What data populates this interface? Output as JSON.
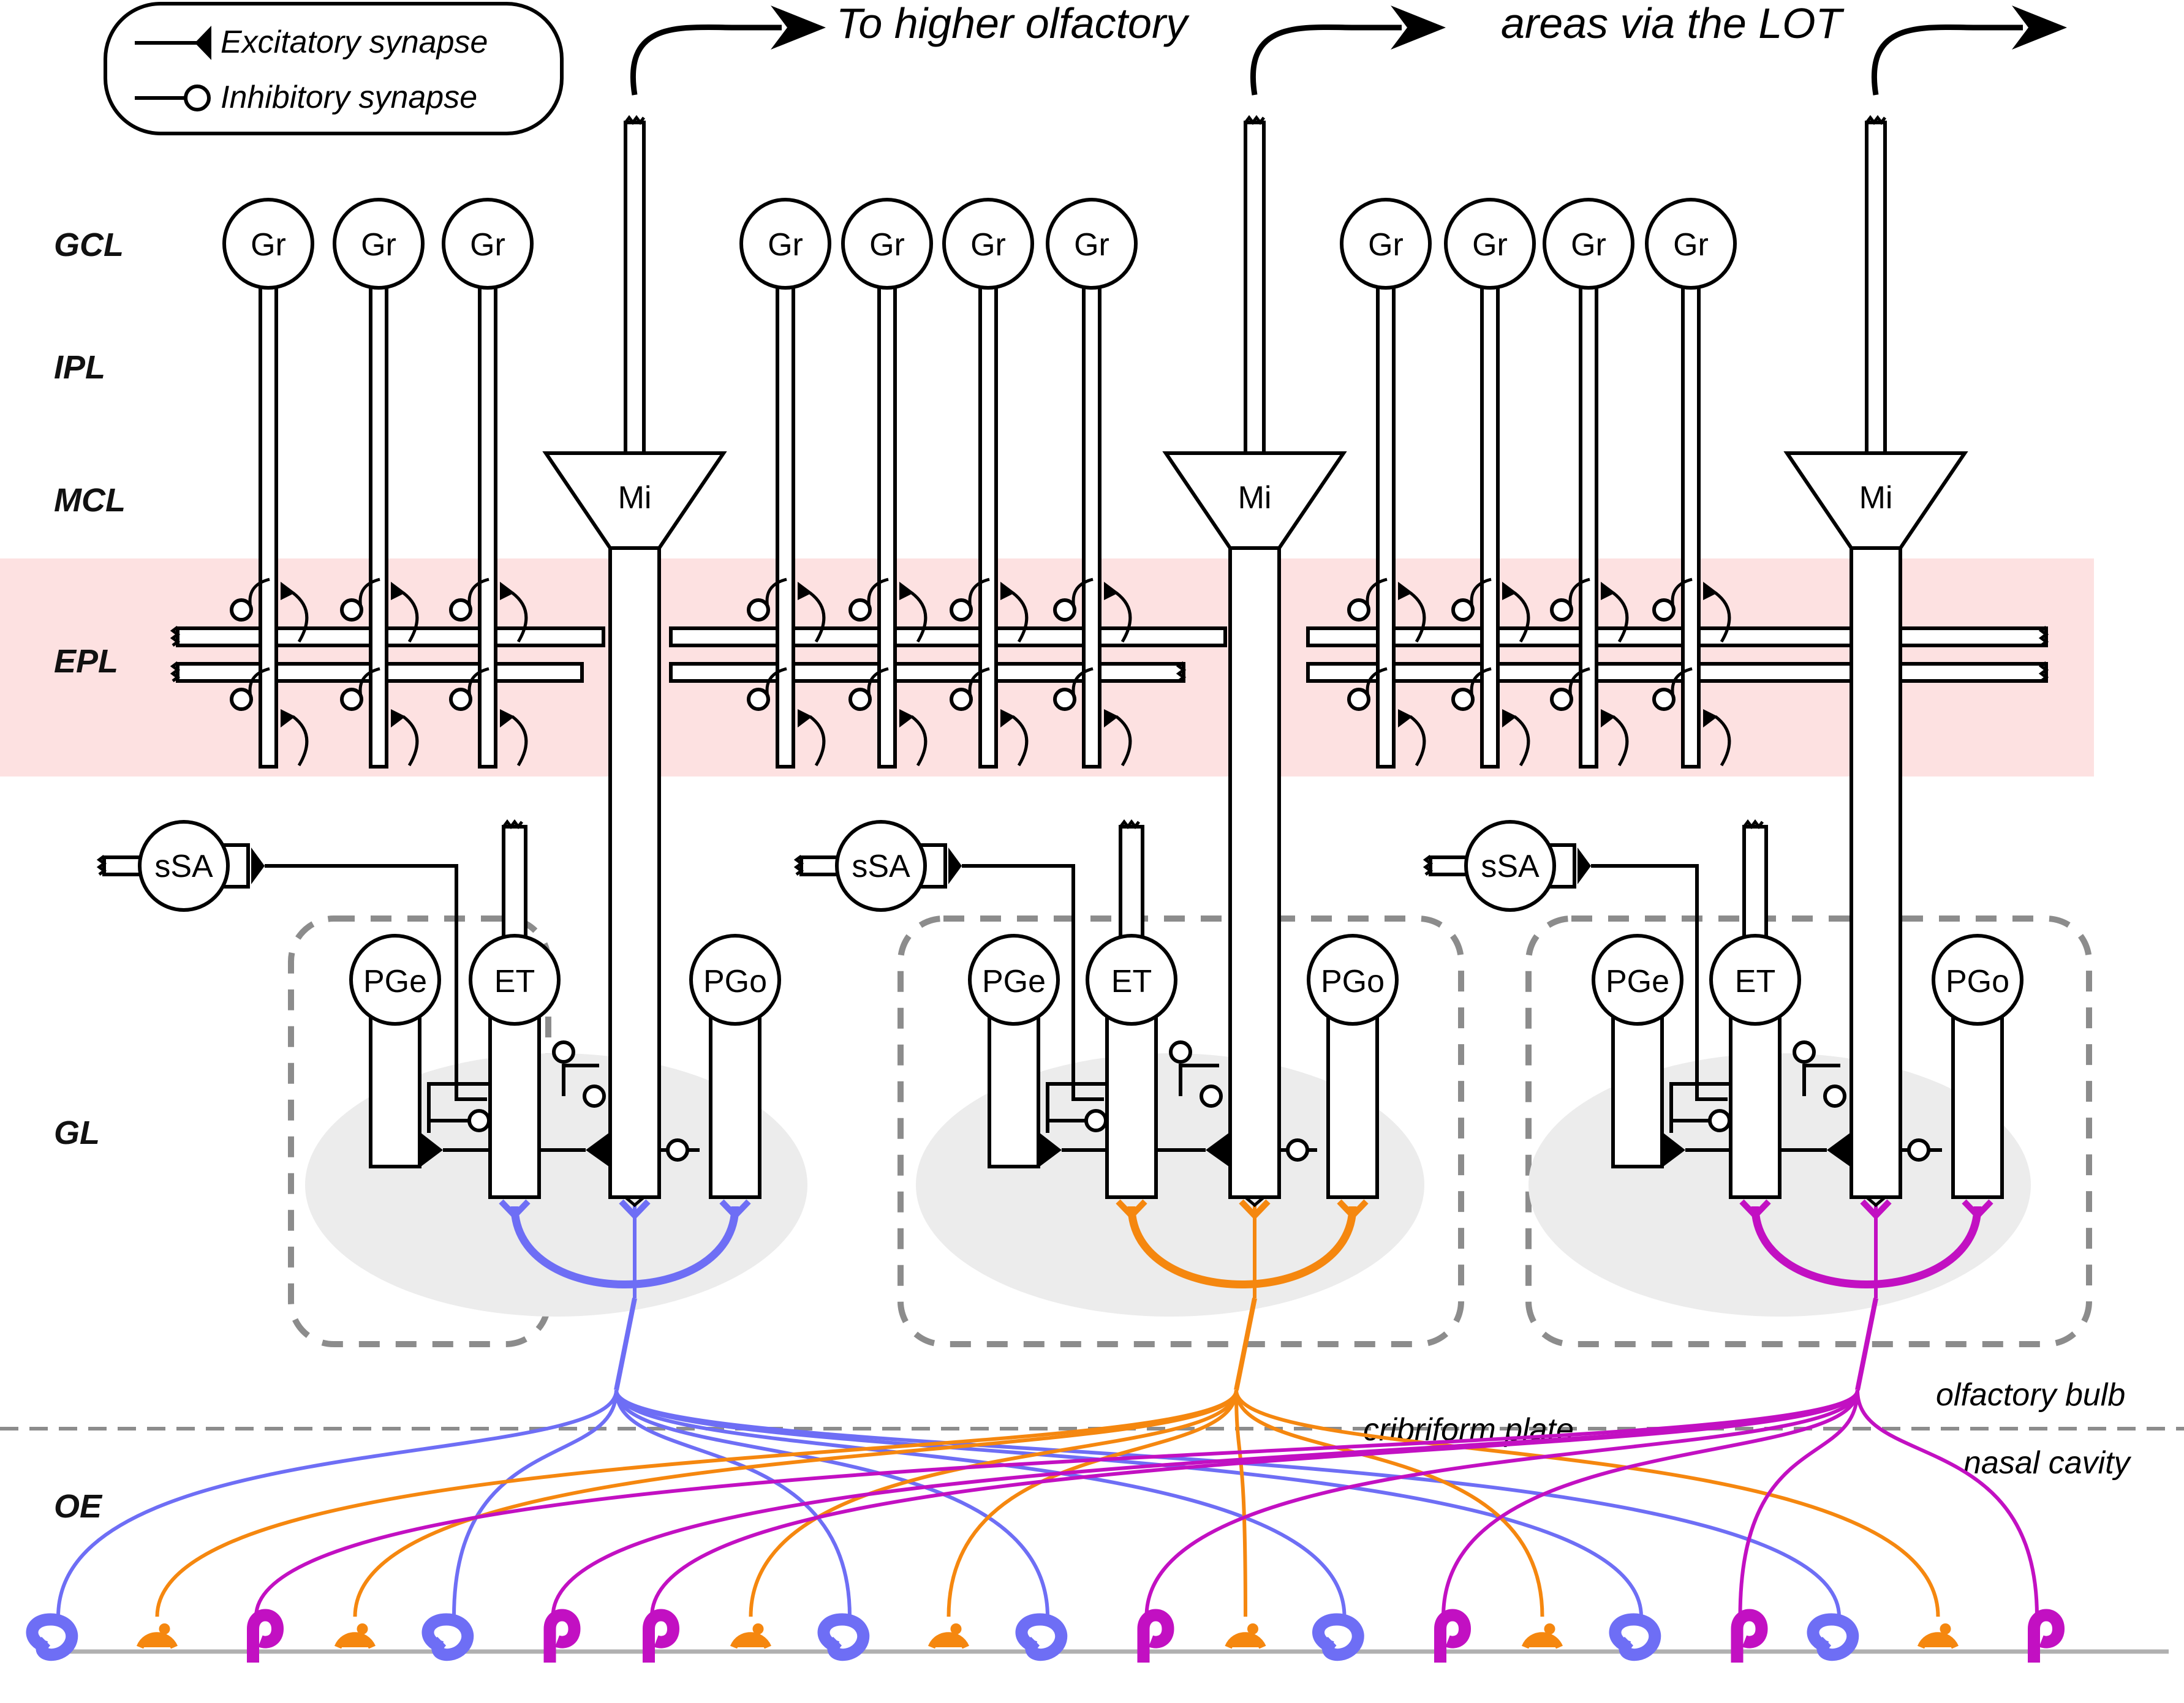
{
  "layers": [
    {
      "id": "gcl",
      "label": "GCL"
    },
    {
      "id": "ipl",
      "label": "IPL"
    },
    {
      "id": "mcl",
      "label": "MCL"
    },
    {
      "id": "epl",
      "label": "EPL"
    },
    {
      "id": "gl",
      "label": "GL"
    },
    {
      "id": "oe",
      "label": "OE"
    }
  ],
  "legend": {
    "excitatory": "Excitatory synapse",
    "inhibitory": "Inhibitory synapse"
  },
  "output_text": {
    "part1": "To higher olfactory",
    "part2": "areas via the LOT"
  },
  "boundary": {
    "cribriform": "cribriform plate",
    "bulb": "olfactory bulb",
    "cavity": "nasal cavity"
  },
  "cell_labels": {
    "granule": "Gr",
    "mitral": "Mi",
    "short_axon": "sSA",
    "external_tufted": "ET",
    "pg_excitatory": "PGe",
    "pg_other": "PGo"
  },
  "glomeruli": [
    {
      "id": "g1",
      "color": "#6e6ef5"
    },
    {
      "id": "g2",
      "color": "#f5870f"
    },
    {
      "id": "g3",
      "color": "#c210c2"
    }
  ],
  "colors": {
    "epl_band": "#fde1e1",
    "glomerulus_fill": "#ececec",
    "dash": "#8c8c8c",
    "stroke": "#000000"
  },
  "receptor_sequence": [
    0,
    1,
    2,
    1,
    0,
    2,
    2,
    1,
    0,
    1,
    0,
    2,
    1,
    0,
    2,
    1,
    0,
    2,
    0,
    1,
    2
  ]
}
